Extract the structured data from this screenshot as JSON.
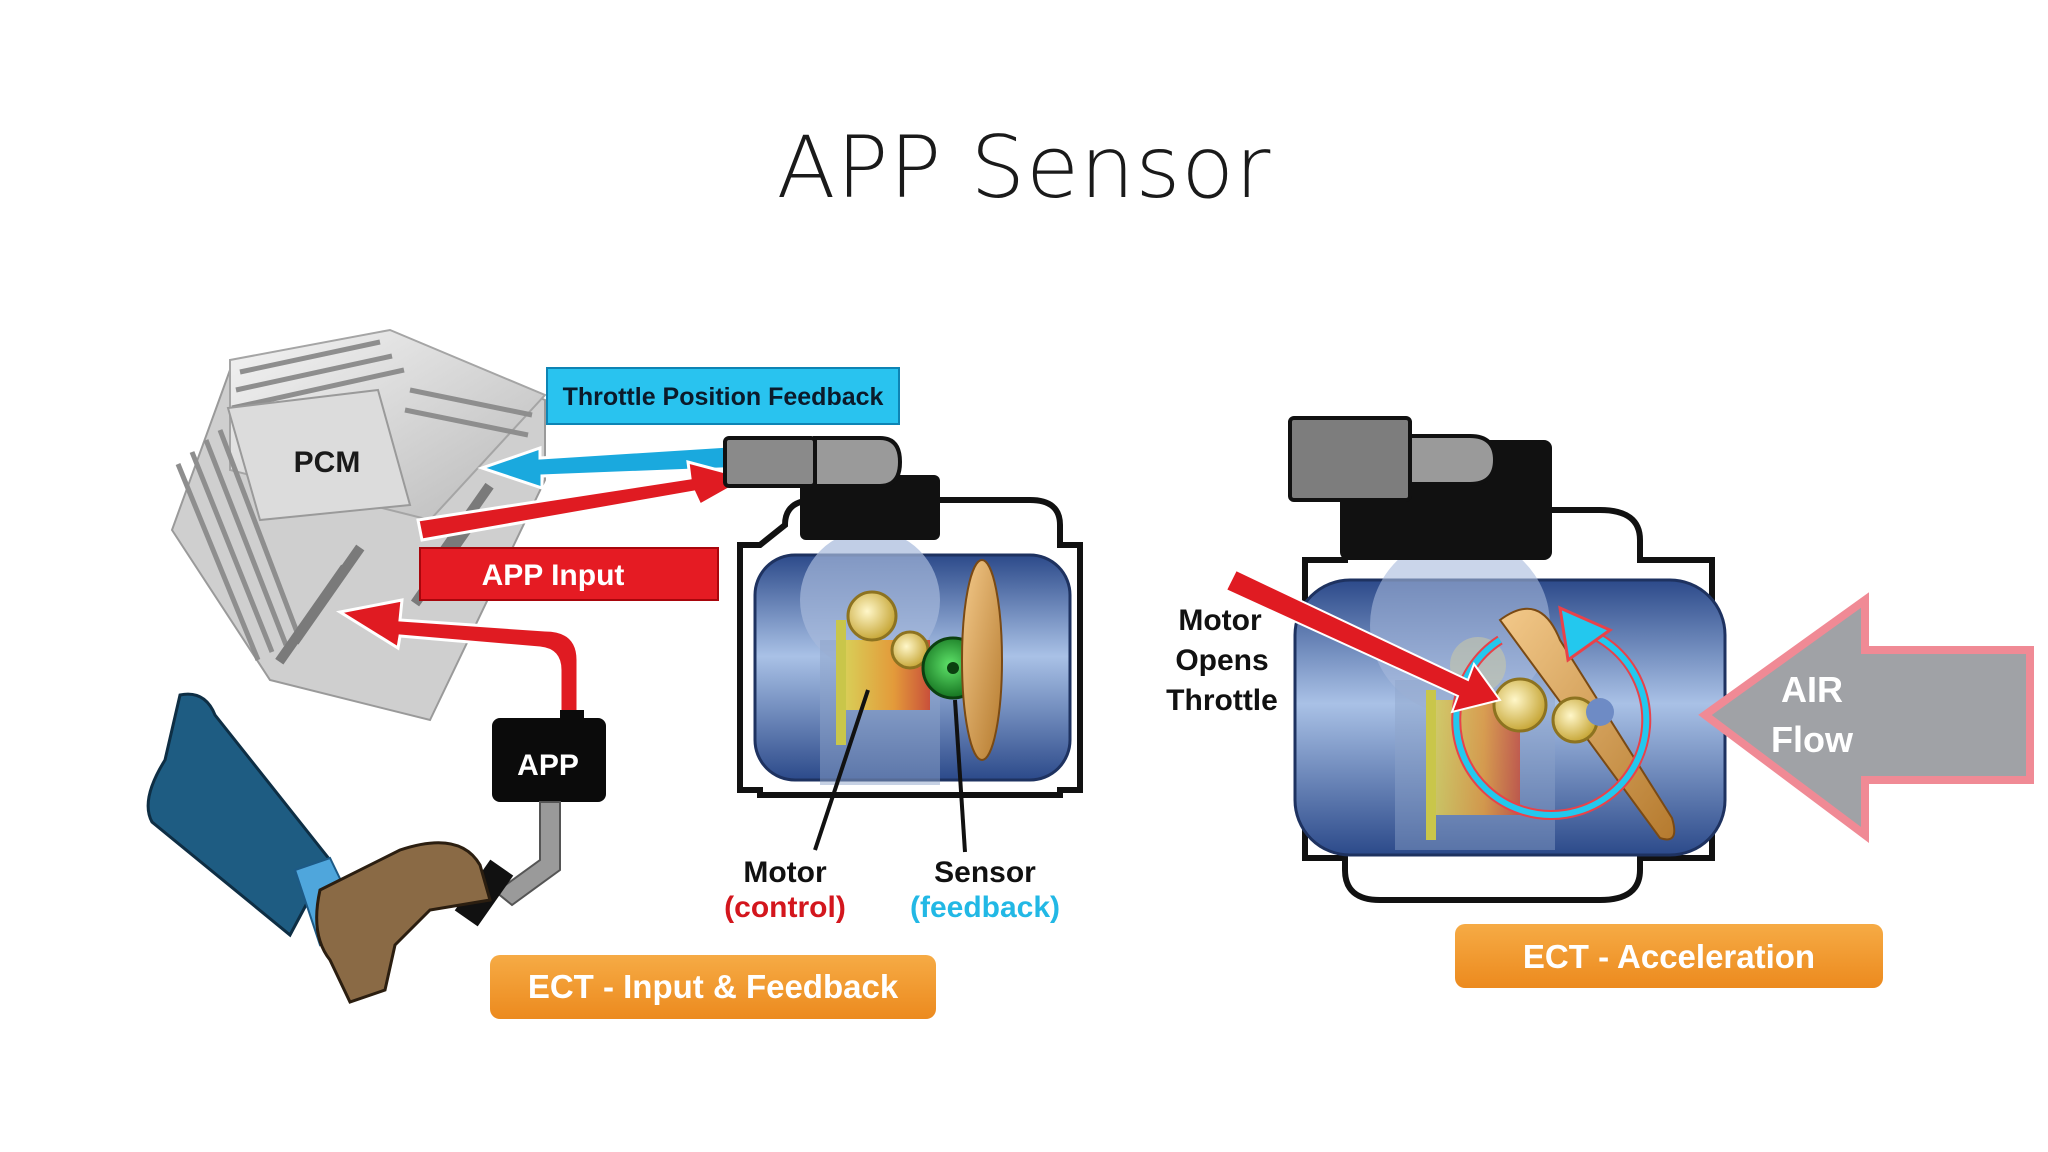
{
  "title": "APP Sensor",
  "left": {
    "pcm_label": "PCM",
    "feedback_label": "Throttle Position Feedback",
    "app_input_label": "APP Input",
    "app_box_label": "APP",
    "motor_label": "Motor",
    "motor_sub": "(control)",
    "sensor_label": "Sensor",
    "sensor_sub": "(feedback)",
    "caption": "ECT - Input & Feedback"
  },
  "right": {
    "motor_line1": "Motor",
    "motor_line2": "Opens",
    "motor_line3": "Throttle",
    "air_line1": "AIR",
    "air_line2": "Flow",
    "caption": "ECT - Acceleration"
  },
  "colors": {
    "feedback_blue": "#19b4e8",
    "input_red": "#e01b22",
    "caption_orange": "#f29a2e",
    "body_blue": "#5f82c0",
    "sensor_green": "#1d9a2b"
  }
}
